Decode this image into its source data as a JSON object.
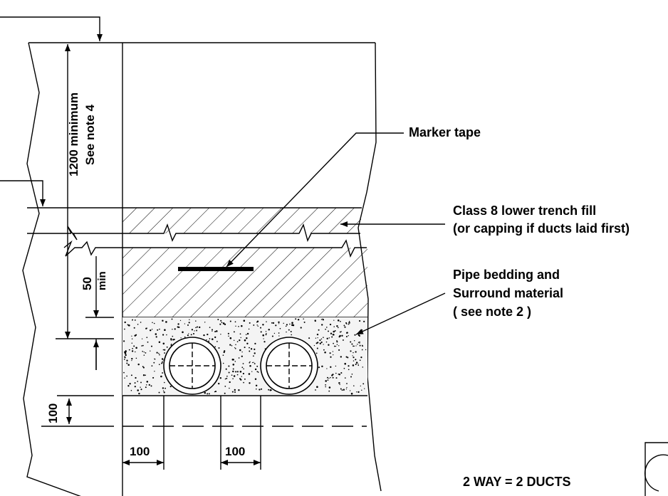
{
  "labels": {
    "marker_tape": "Marker tape",
    "class8_line1": "Class 8 lower trench fill",
    "class8_line2": "(or capping if ducts laid first)",
    "bedding_line1": "Pipe bedding and",
    "bedding_line2": "Surround material",
    "bedding_line3": "( see note 2 )",
    "dim_1200": "1200 minimum",
    "see_note_4": "See note 4",
    "dim_50": "50",
    "dim_min": "min",
    "dim_100_vertical": "100",
    "dim_100_left": "100",
    "dim_100_mid": "100",
    "footer_caption": "2 WAY = 2 DUCTS"
  },
  "colors": {
    "line": "#000000",
    "background": "#ffffff"
  }
}
